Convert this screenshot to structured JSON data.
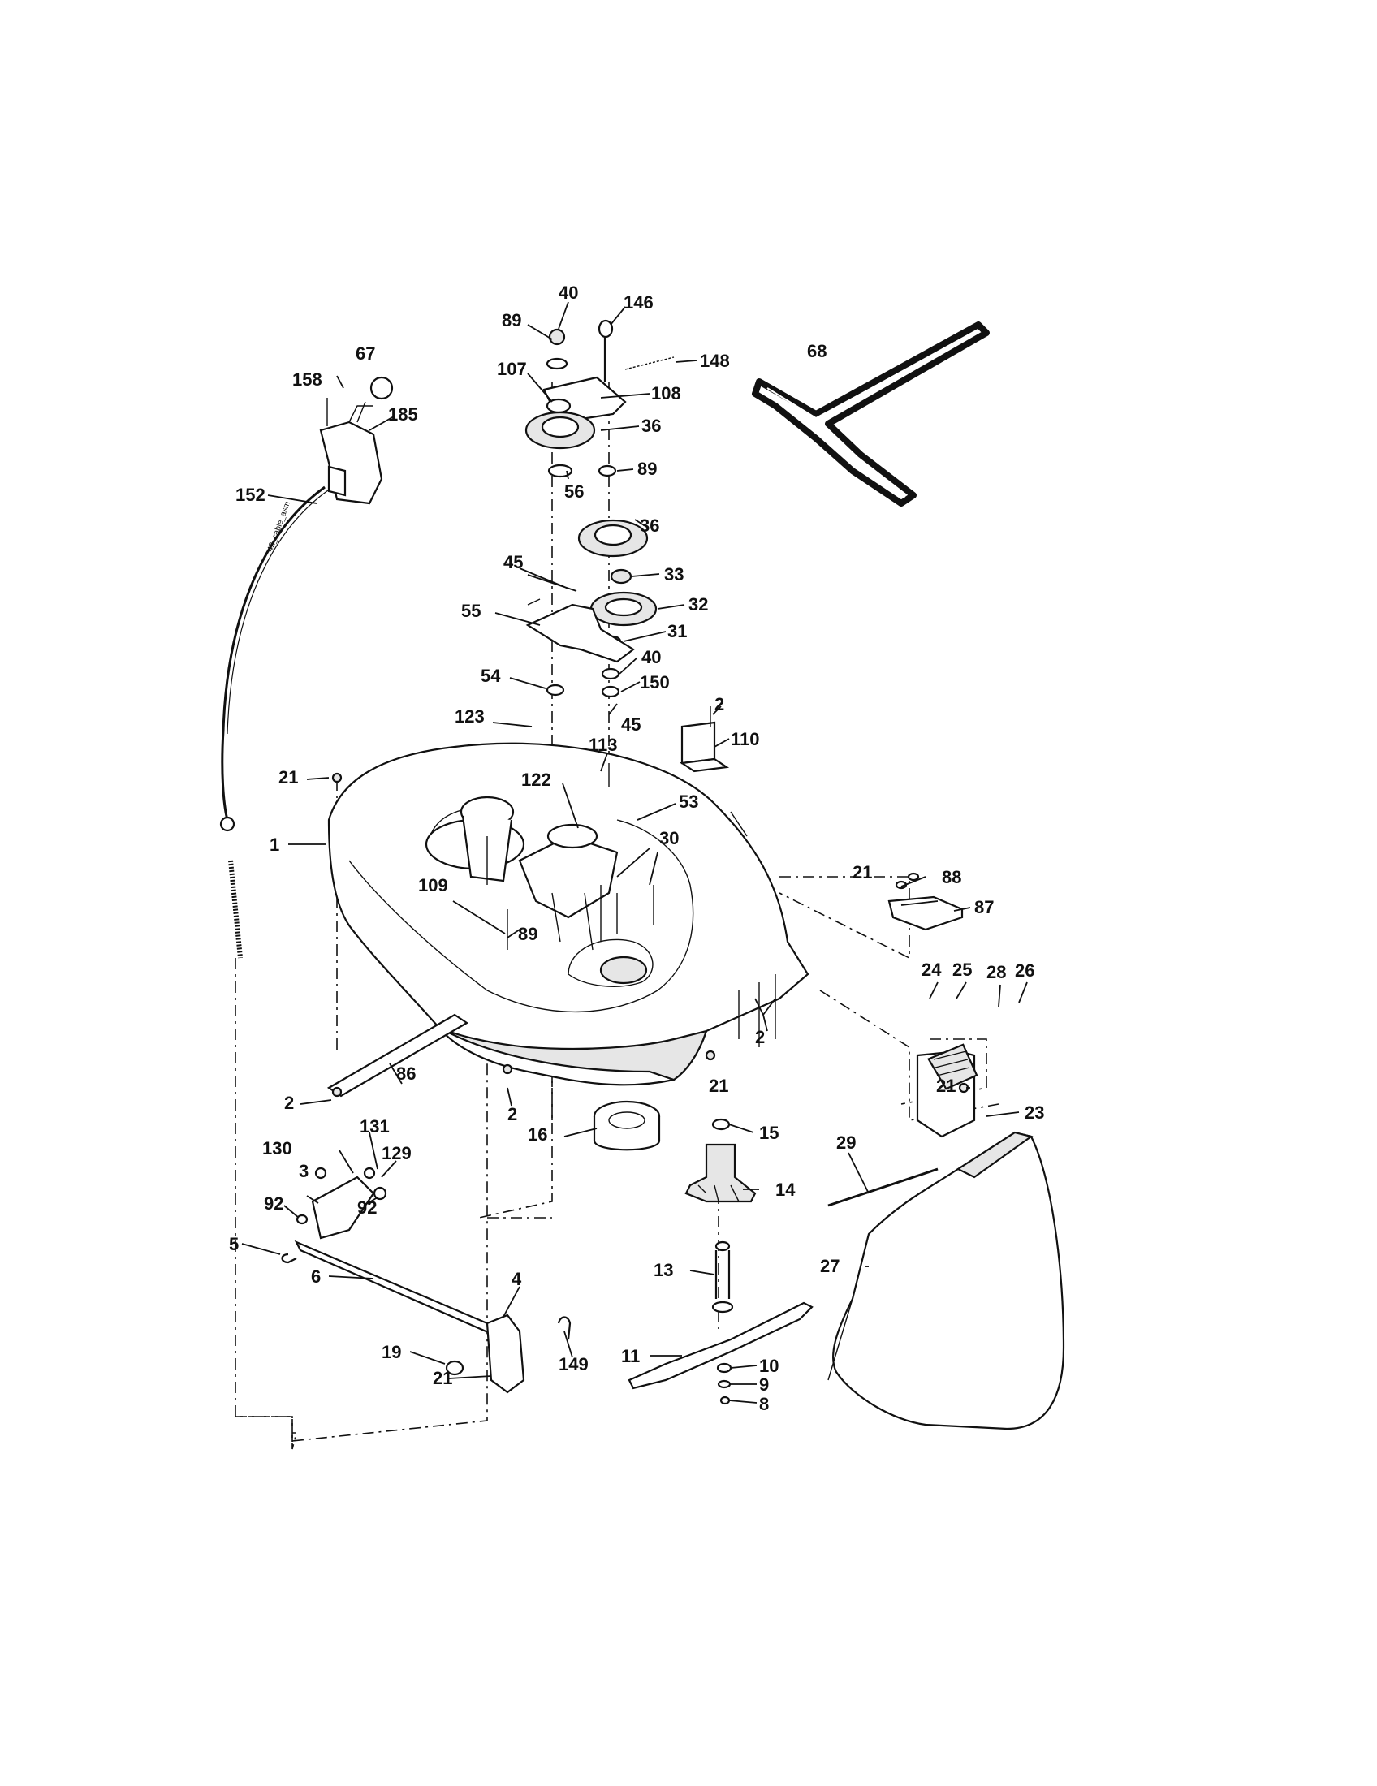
{
  "labels": {
    "l2a": "2",
    "l2b": "2",
    "l2c": "2",
    "l2d": "2",
    "l3": "3",
    "l4": "4",
    "l5": "5",
    "l6": "6",
    "l8": "8",
    "l9": "9",
    "l10": "10",
    "l11": "11",
    "l13": "13",
    "l14": "14",
    "l15": "15",
    "l16": "16",
    "l19": "19",
    "l21a": "21",
    "l21b": "21",
    "l21c": "21",
    "l21d": "21",
    "l21e": "21",
    "l23": "23",
    "l24": "24",
    "l25": "25",
    "l26": "26",
    "l27": "27",
    "l28": "28",
    "l29": "29",
    "l30": "30",
    "l31": "31",
    "l32": "32",
    "l33": "33",
    "l36a": "36",
    "l36b": "36",
    "l40a": "40",
    "l40b": "40",
    "l45a": "45",
    "l45b": "45",
    "l53": "53",
    "l54": "54",
    "l55": "55",
    "l56": "56",
    "l67": "67",
    "l68": "68",
    "l86": "86",
    "l87": "87",
    "l88": "88",
    "l89a": "89",
    "l89b": "89",
    "l89c": "89",
    "l92a": "92",
    "l92b": "92",
    "l107": "107",
    "l108": "108",
    "l109": "109",
    "l110": "110",
    "l113": "113",
    "l122": "122",
    "l123": "123",
    "l129": "129",
    "l130": "130",
    "l131": "131",
    "l146": "146",
    "l148": "148",
    "l149": "149",
    "l150": "150",
    "l152": "152",
    "l158": "158",
    "l185": "185",
    "l1": "1"
  },
  "cable_print": "42_cable_asm"
}
